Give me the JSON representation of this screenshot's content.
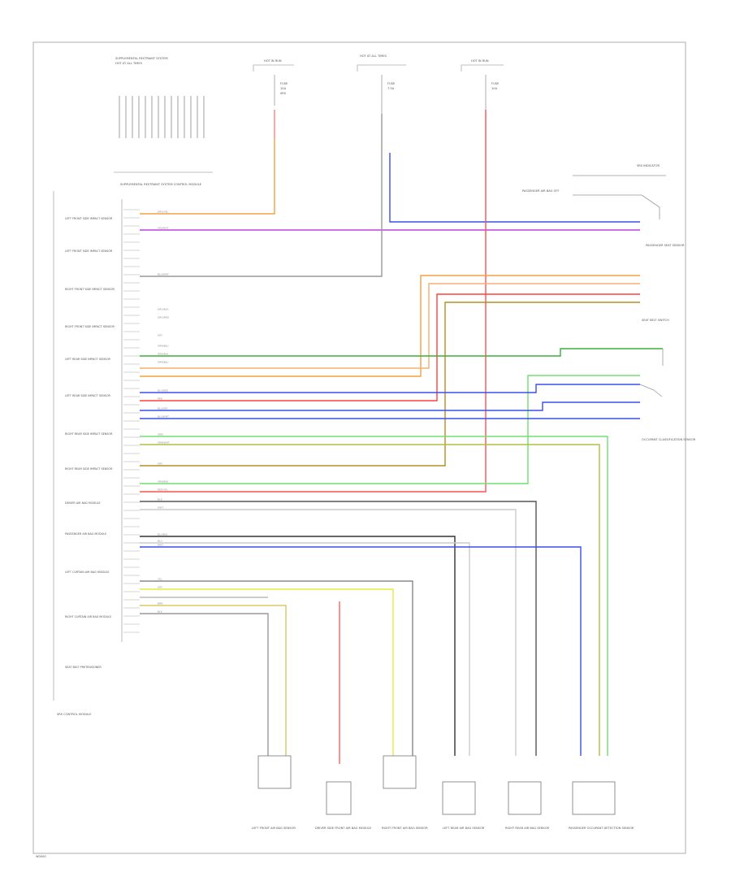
{
  "diagram": {
    "notes_top": [
      "SUPPLEMENTAL RESTRAINT SYSTEM",
      "HOT AT ALL TIMES"
    ],
    "fuse_boxes": [
      {
        "title": "HOT IN RUN",
        "lines": [
          "FUSE",
          "10A",
          "SRS"
        ]
      },
      {
        "title": "HOT AT ALL TIMES",
        "lines": [
          "FUSE",
          "7.5A"
        ]
      },
      {
        "title": "HOT IN RUN",
        "lines": [
          "FUSE",
          "10A"
        ]
      }
    ],
    "module_title": "SUPPLEMENTAL RESTRAINT SYSTEM CONTROL MODULE",
    "left_modules": [
      "LEFT FRONT SIDE IMPACT SENSOR",
      "LEFT FRONT SIDE IMPACT SENSOR",
      "RIGHT FRONT SIDE IMPACT SENSOR",
      "RIGHT FRONT SIDE IMPACT SENSOR",
      "LEFT REAR SIDE IMPACT SENSOR",
      "LEFT REAR SIDE IMPACT SENSOR",
      "RIGHT REAR SIDE IMPACT SENSOR",
      "RIGHT REAR SIDE IMPACT SENSOR",
      "DRIVER AIR BAG MODULE",
      "PASSENGER AIR BAG MODULE",
      "LEFT CURTAIN AIR BAG MODULE",
      "RIGHT CURTAIN AIR BAG MODULE",
      "SEAT BELT PRETENSIONER"
    ],
    "left_footer": "SRS CONTROL MODULE",
    "right_labels": [
      "SRS INDICATOR",
      "PASSENGER AIR BAG OFF",
      "PASSENGER SEAT SENSOR",
      "SEAT BELT SWITCH",
      "OCCUPANT CLASSIFICATION SENSOR"
    ],
    "wire_labels": [
      "ORG/YEL",
      "VIO/WHT",
      "BLU/WHT",
      "ORG/BLK",
      "ORG/RED",
      "GRY",
      "ORN/BLU",
      "GRN/BLK",
      "ORN/BLU",
      "BLU/RED",
      "RED",
      "BLU/GRY",
      "BLU/WHT",
      "GRN",
      "GRN/WHT",
      "GRY",
      "GRN/BLK",
      "RED/YEL",
      "BLK",
      "WHT",
      "BLU/BLK",
      "BLU",
      "WHT",
      "YEL",
      "GRY",
      "BRN",
      "BLK"
    ],
    "bottom_labels": [
      "LEFT FRONT AIR BAG SENSOR",
      "DRIVER SIDE FRONT AIR BAG MODULE",
      "RIGHT FRONT AIR BAG SENSOR",
      "LEFT REAR AIR BAG SENSOR",
      "RIGHT REAR AIR BAG SENSOR",
      "PASSENGER OCCUPANT DETECTION SENSOR"
    ],
    "footer_code": "W0000",
    "colors": {
      "orange": "#f5a040",
      "violet": "#c040e0",
      "purple": "#8a40d0",
      "blue": "#3a4ee8",
      "green": "#3ab03a",
      "lightgreen": "#70e070",
      "red": "#ff4040",
      "pink": "#ff9090",
      "yellow": "#e8e840",
      "olive": "#b09020",
      "gray": "#999999",
      "black": "#333333"
    }
  }
}
